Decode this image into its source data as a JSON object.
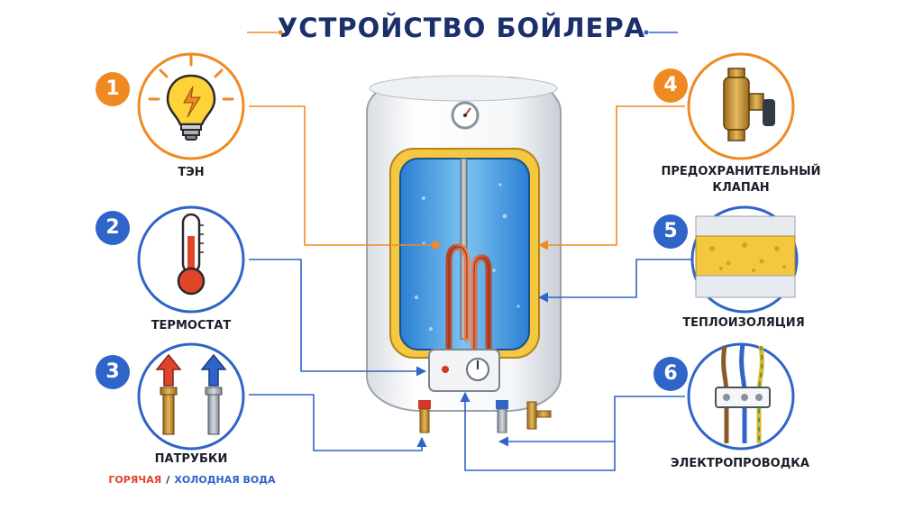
{
  "title": "УСТРОЙСТВО БОЙЛЕРА",
  "colors": {
    "orange": "#ef8a22",
    "blue": "#2f64c8",
    "navy": "#1a2f6b",
    "hot": "#e0452a",
    "cold": "#2f64c8"
  },
  "components": [
    {
      "number": "1",
      "label": "ТЭН",
      "icon": "lightbulb-icon"
    },
    {
      "number": "2",
      "label": "ТЕРМОСТАТ",
      "icon": "thermometer-icon"
    },
    {
      "number": "3",
      "label": "ПАТРУБКИ",
      "icon": "pipes-icon",
      "hot_label": "ГОРЯЧАЯ",
      "separator": "/",
      "cold_label": "ХОЛОДНАЯ ВОДА"
    },
    {
      "number": "4",
      "label_line1": "ПРЕДОХРАНИТЕЛЬНЫЙ",
      "label_line2": "КЛАПАН",
      "icon": "valve-icon"
    },
    {
      "number": "5",
      "label": "ТЕПЛОИЗОЛЯЦИЯ",
      "icon": "insulation-icon"
    },
    {
      "number": "6",
      "label": "ЭЛЕКТРОПРОВОДКА",
      "icon": "wiring-icon"
    }
  ]
}
